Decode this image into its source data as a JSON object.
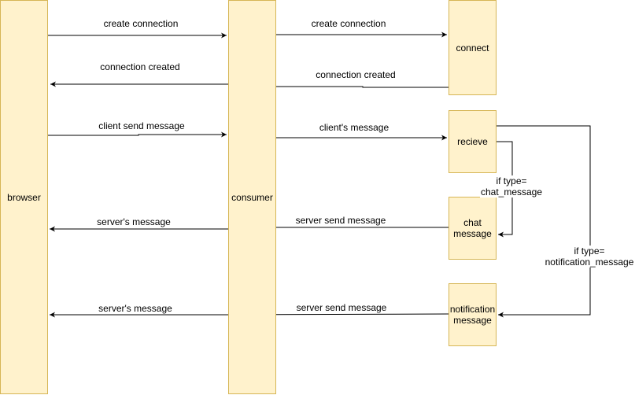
{
  "nodes": {
    "browser": "browser",
    "consumer": "consumer",
    "connect": "connect",
    "recieve": "recieve",
    "chat_message": "chat\nmessage",
    "notification_message": "notification\nmessage"
  },
  "edges": {
    "create_connection_1": "create connection",
    "create_connection_2": "create connection",
    "connection_created_1": "connection created",
    "connection_created_2": "connection created",
    "client_send_message": "client send message",
    "clients_message": "client's message",
    "server_send_message_1": "server send message",
    "servers_message_1": "server's message",
    "server_send_message_2": "server send message",
    "servers_message_2": "server's message",
    "if_type_chat": "if type=\nchat_message",
    "if_type_notification": "if type=\nnotification_message"
  },
  "colors": {
    "box_fill": "#fff2cc",
    "box_border": "#d6b656",
    "line": "#000000"
  }
}
